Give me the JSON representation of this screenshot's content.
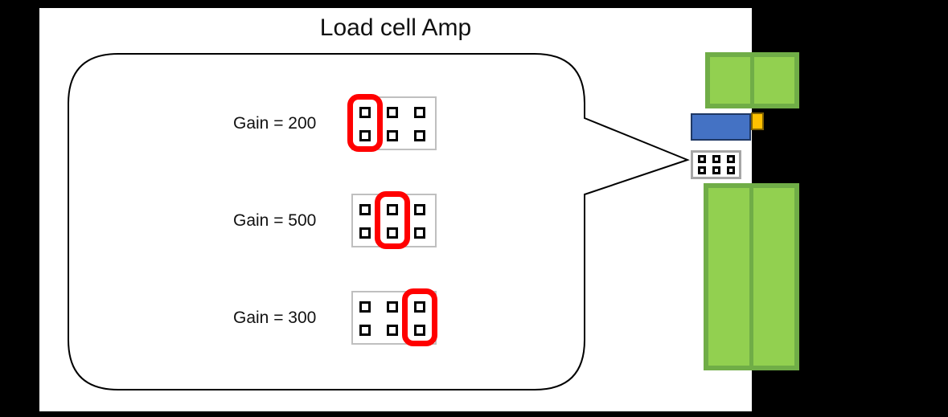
{
  "title": "Load cell Amp",
  "callout": {
    "description": "speech bubble pointing to the gain jumper header on the board",
    "rows": [
      {
        "label": "Gain = 200",
        "highlighted_column": "left"
      },
      {
        "label": "Gain = 500",
        "highlighted_column": "middle"
      },
      {
        "label": "Gain = 300",
        "highlighted_column": "right"
      }
    ],
    "jumper_grid": {
      "columns": 3,
      "rows": 2
    }
  },
  "board": {
    "components": [
      {
        "name": "terminal-block-top",
        "color": "#92D050"
      },
      {
        "name": "blue-component",
        "color": "#4472C4"
      },
      {
        "name": "orange-component",
        "color": "#FFC000"
      },
      {
        "name": "gain-jumper-header",
        "pins": 6
      },
      {
        "name": "terminal-block-bottom",
        "color": "#92D050"
      }
    ]
  },
  "colors": {
    "background": "#000000",
    "canvas": "#FFFFFF",
    "highlight_red": "#FF0000",
    "box_border_gray": "#BFBFBF",
    "jumper_border_gray": "#A6A6A6",
    "green_frame": "#70AD47",
    "green_fill": "#92D050",
    "blue_fill": "#4472C4",
    "blue_border": "#1F3864",
    "orange_fill": "#FFC000",
    "orange_border": "#7F6000"
  }
}
